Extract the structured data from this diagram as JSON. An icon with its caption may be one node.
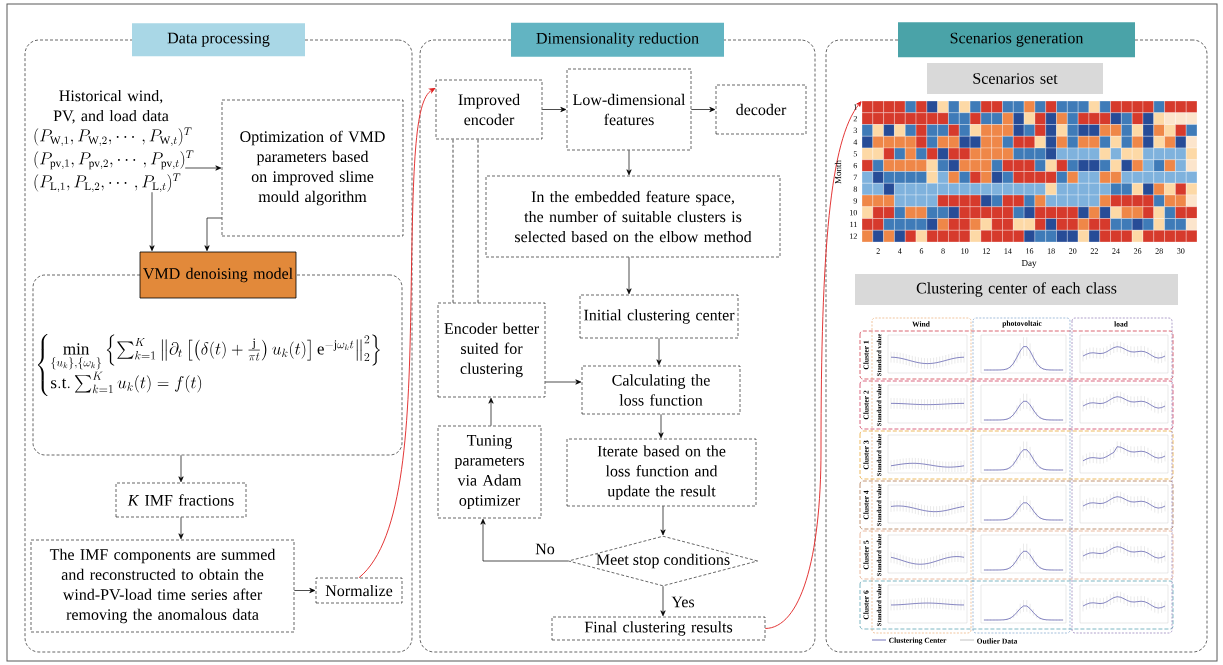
{
  "diagram": {
    "nodes": [
      {
        "text": [
          "Data processing"
        ]
      },
      {
        "text": [
          "Historical wind, PV, and load data",
          "(P_{\\mathrm{W},1},P_{\\mathrm{W},2},\\cdots,P_{\\mathrm{W},t})^T",
          "(P_{\\mathrm{pv},1},P_{\\mathrm{pv},2},\\cdots,P_{\\mathrm{pv},t})^T",
          "(P_{\\mathrm{L},1},P_{\\mathrm{L},2},\\cdots,P_{\\mathrm{L},t})^T"
        ],
        "in": 0
      },
      {
        "text": [
          "Optimization of VMD parameters based on improved slime mould algorithm"
        ],
        "in": 0
      },
      {
        "text": [
          "VMD denoising model"
        ],
        "in": 0
      },
      {
        "text": [
          "\\begin{cases} \\min\\limits_{\\{u_k\\},\\{\\omega_k\\}} \\left\\{ \\sum_{k=1}^{K} \\left\\| \\partial_t \\left[ \\left( \\delta(t)+\\frac{\\mathrm{j}}{\\pi t} \\right) u_k(t) \\right] \\mathrm{e}^{-\\mathrm{j}\\omega_k t} \\right\\|_2^2 \\right\\} \\\\ \\mathrm{s.t.} \\sum_{k=1}^{K} u_k(t) = f(t) \\end{cases}"
        ],
        "in": 0
      },
      {
        "text": [
          "*K* IMF fractions"
        ],
        "in": 0
      },
      {
        "text": [
          "The IMF components are summed and reconstructed to obtain the wind-PV-load time series after removing the anomalous data"
        ],
        "in": 0
      },
      {
        "text": [
          "Normalize"
        ],
        "in": 0
      },
      {
        "text": [
          "Dimensionality reduction"
        ]
      },
      {
        "text": [
          "Improved encoder"
        ],
        "in": 8
      },
      {
        "text": [
          "Low-dimensional features"
        ],
        "in": 8
      },
      {
        "text": [
          "decoder"
        ],
        "in": 8
      },
      {
        "text": [
          "In the embedded feature space, the number of suitable clusters is selected based on the elbow method"
        ],
        "in": 8
      },
      {
        "text": [
          "Initial clustering center"
        ],
        "in": 8
      },
      {
        "text": [
          "Calculating the loss function"
        ],
        "in": 8
      },
      {
        "text": [
          "Iterate based on the loss function and update the result"
        ],
        "in": 8
      },
      {
        "text": [
          "Meet stop conditions"
        ],
        "in": 8
      },
      {
        "text": [
          "Final clustering results"
        ],
        "in": 8
      },
      {
        "text": [
          "Encoder better suited for clustering"
        ],
        "in": 8
      },
      {
        "text": [
          "Tuning parameters via Adam optimizer"
        ],
        "in": 8
      },
      {
        "text": [
          "Scenarios generation"
        ]
      },
      {
        "text": [
          "Scenarios set"
        ],
        "in": 20
      },
      {
        "text": [],
        "shape": "picture",
        "in": 20
      },
      {
        "text": [
          "Clustering center of each class"
        ],
        "in": 20
      }
    ],
    "edges": [
      {
        "from": 1,
        "to": 2,
        "arrow": "to"
      },
      {
        "from": 1,
        "to": 3,
        "arrow": "to"
      },
      {
        "from": 2,
        "to": 3,
        "arrow": "to"
      },
      {
        "from": 4,
        "to": 5,
        "arrow": "to"
      },
      {
        "from": 5,
        "to": 6,
        "arrow": "to"
      },
      {
        "from": 6,
        "to": 7,
        "arrow": "to"
      },
      {
        "from": 7,
        "to": 9,
        "arrow": "to",
        "color": "#e02020"
      },
      {
        "from": 9,
        "to": 10,
        "arrow": "to"
      },
      {
        "from": 10,
        "to": 11,
        "arrow": "to"
      },
      {
        "from": 10,
        "to": 12,
        "arrow": "to"
      },
      {
        "from": 12,
        "to": 13,
        "arrow": "to"
      },
      {
        "from": 13,
        "to": 14,
        "arrow": "to"
      },
      {
        "from": 14,
        "to": 15,
        "arrow": "to"
      },
      {
        "from": 15,
        "to": 16,
        "arrow": "to"
      },
      {
        "from": 16,
        "to": 19,
        "arrow": "to",
        "label": "No"
      },
      {
        "from": 16,
        "to": 17,
        "arrow": "to",
        "label": "Yes"
      },
      {
        "from": 19,
        "to": 18,
        "arrow": "to"
      },
      {
        "from": 18,
        "to": 14,
        "arrow": "to"
      },
      {
        "from": 18,
        "to": 9,
        "arrow": "none",
        "style": "dashed"
      },
      {
        "from": 18,
        "to": 9,
        "arrow": "none",
        "style": "dashed"
      },
      {
        "from": 17,
        "to": 22,
        "arrow": "to",
        "color": "#e02020"
      }
    ],
    "labels": [
      "Month",
      "1",
      "2",
      "3",
      "4",
      "5",
      "6",
      "7",
      "8",
      "9",
      "10",
      "11",
      "12",
      "2",
      "4",
      "6",
      "8",
      "10",
      "12",
      "14",
      "16",
      "18",
      "20",
      "22",
      "24",
      "26",
      "28",
      "30",
      "Day",
      "Wind",
      "photovoltaic",
      "load",
      "Cluster 1",
      "Standard value",
      "Cluster 2",
      "Standard value",
      "Cluster 3",
      "Standard value",
      "Cluster 4",
      "Standard value",
      "Cluster 5",
      "Standard value",
      "Cluster 6",
      "Standard value"
    ],
    "legend": [
      {
        "text": "Clustering Center"
      },
      {
        "text": "Outlier Data"
      }
    ]
  }
}
